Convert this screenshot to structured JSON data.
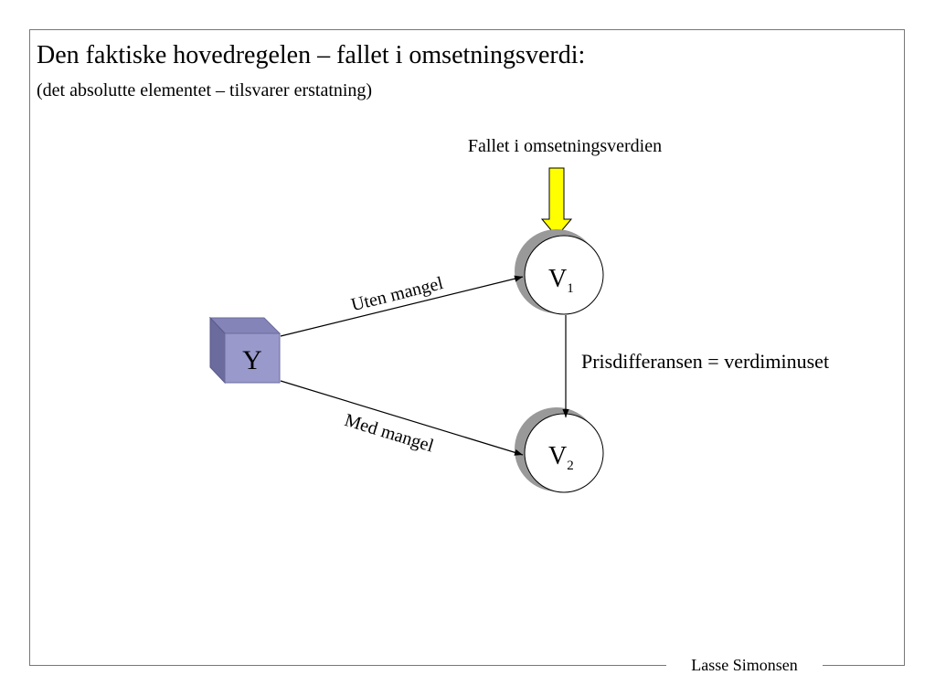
{
  "slide": {
    "title": "Den faktiske hovedregelen – fallet i omsetningsverdi:",
    "subtitle": "(det absolutte elementet – tilsvarer erstatning)",
    "footer": "Lasse Simonsen"
  },
  "diagram": {
    "arrow_label": "Fallet i omsetningsverdien",
    "box_label": "Y",
    "node1": {
      "letter": "V",
      "sub": "1"
    },
    "node2": {
      "letter": "V",
      "sub": "2"
    },
    "edge_upper_label": "Uten mangel",
    "edge_lower_label": "Med mangel",
    "vertical_label": "Prisdifferansen = verdiminuset",
    "colors": {
      "arrow_fill": "#ffff00",
      "box_front": "#9999cc",
      "box_top": "#8484b8",
      "box_side": "#6b6b9e",
      "circle_shadow": "#999999"
    }
  }
}
